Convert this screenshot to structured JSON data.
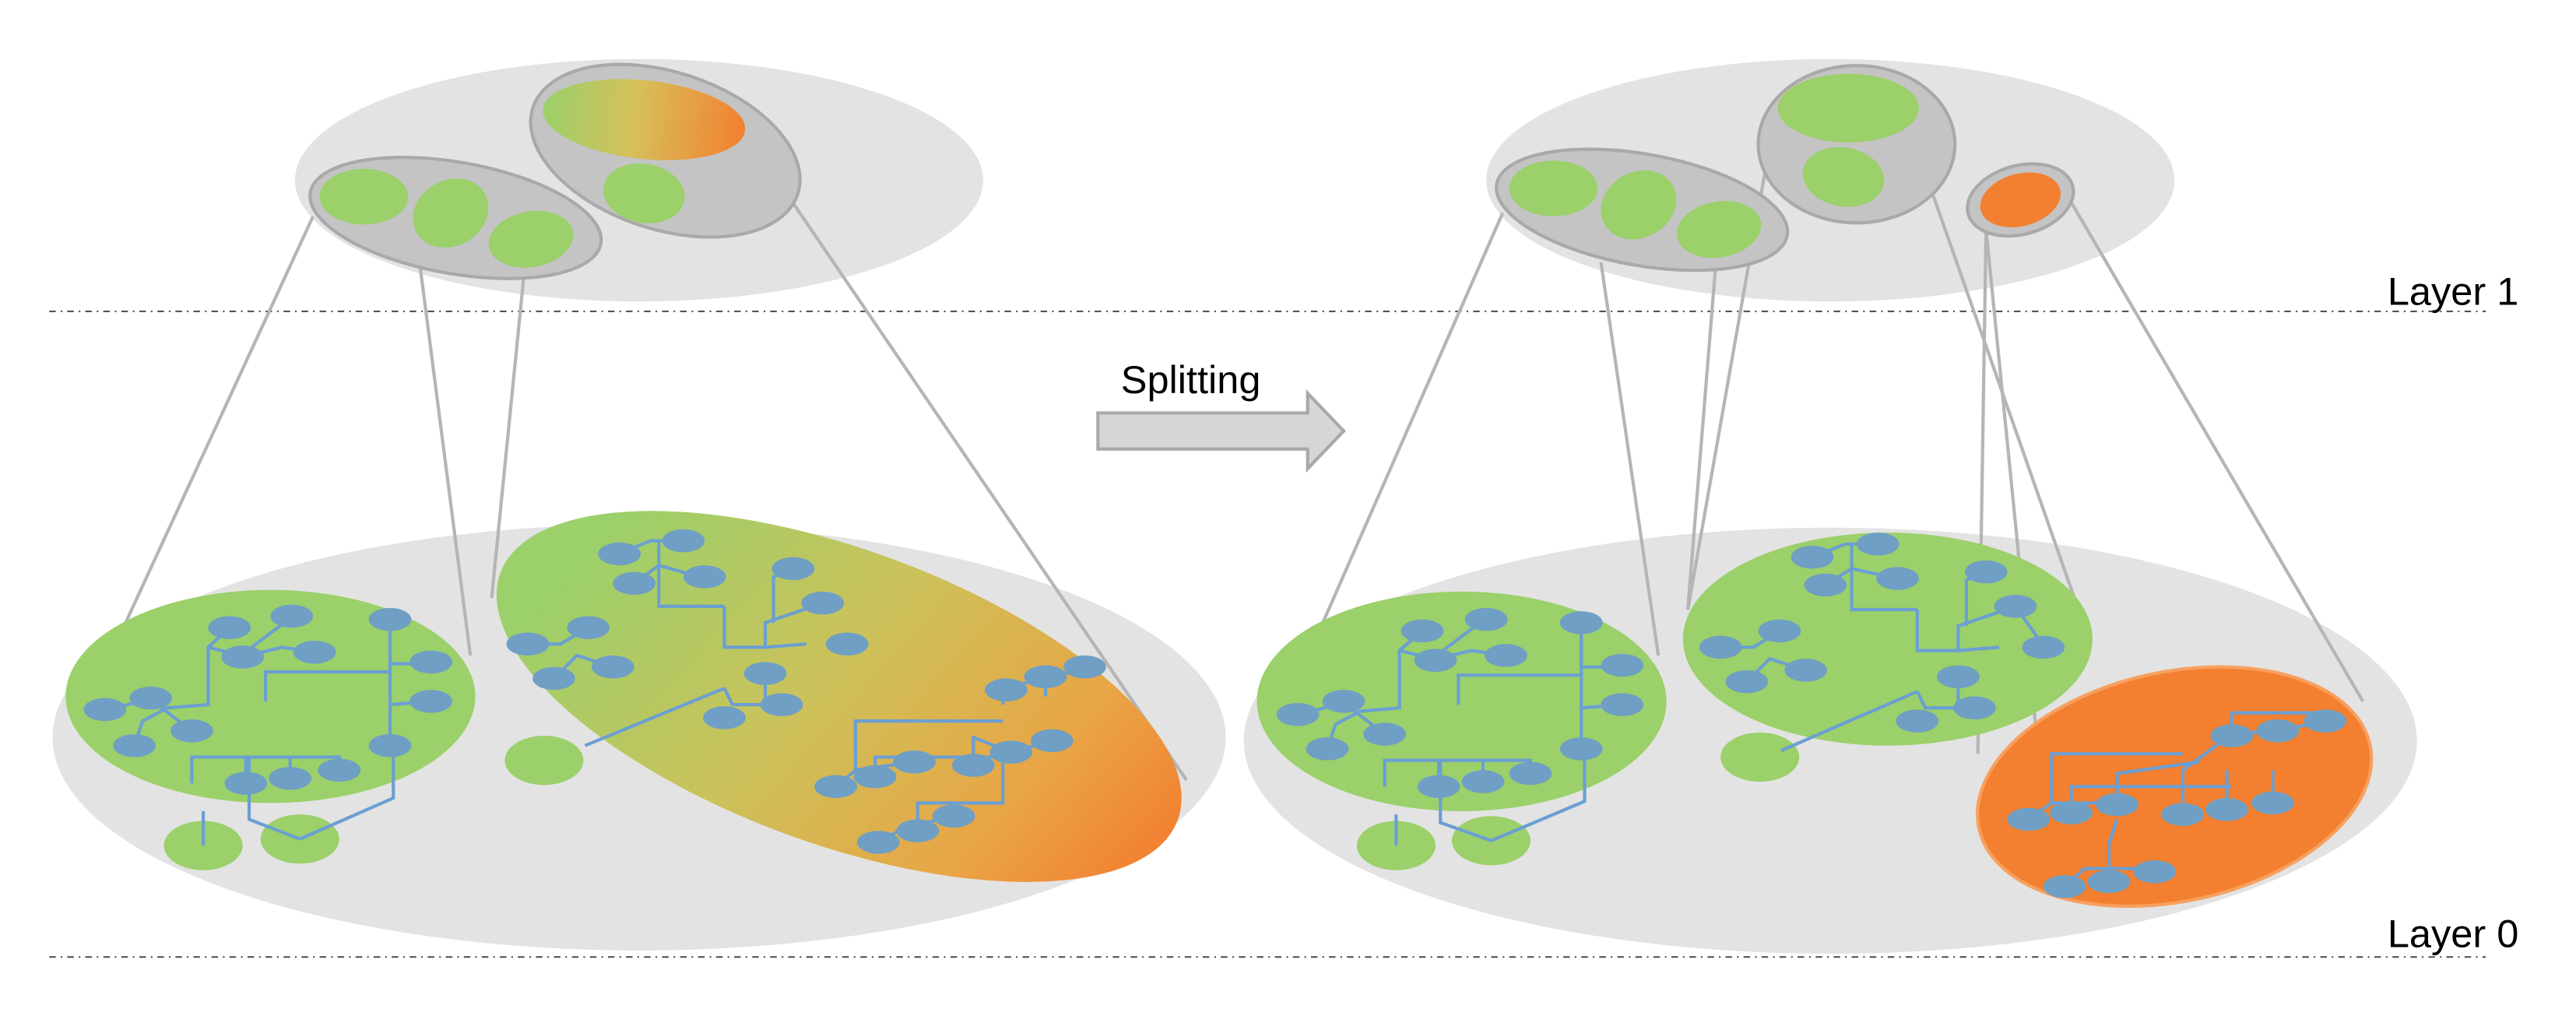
{
  "labels": {
    "layer1": "Layer 1",
    "layer0": "Layer 0",
    "action": "Splitting"
  },
  "colors": {
    "green": "#9bd06a",
    "orange": "#f38030",
    "blue_node": "#6f9fc4",
    "blue_edge": "#6b9fd3",
    "light_gray": "#e3e3e3",
    "mid_gray": "#c4c4c4",
    "gray_outline": "#a9a9a9",
    "link_gray": "#b5b5b5"
  },
  "diagram": {
    "left_state": {
      "layer0_communities": [
        "green",
        "green-to-orange gradient"
      ],
      "layer1_groups": 2
    },
    "right_state": {
      "layer0_communities": [
        "green",
        "green",
        "orange"
      ],
      "layer1_groups": 3
    }
  }
}
